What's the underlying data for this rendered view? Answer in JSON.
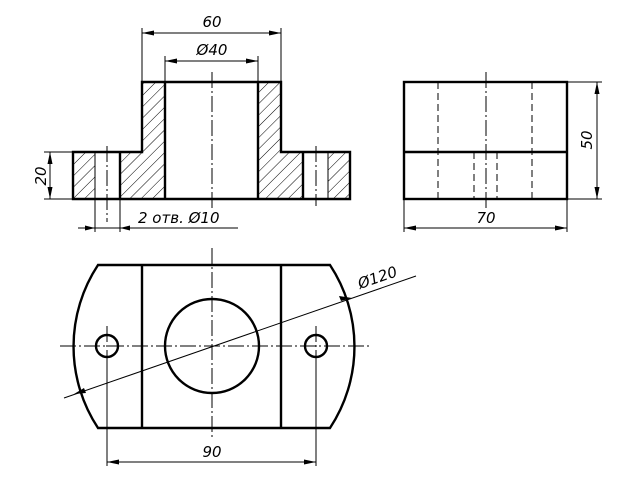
{
  "drawing": {
    "front_view": {
      "dim_width_outer": "60",
      "dim_bore": "Ø40",
      "dim_height_flange": "20",
      "note_holes": "2 отв. Ø10"
    },
    "side_view": {
      "dim_width": "70",
      "dim_height": "50"
    },
    "top_view": {
      "dim_length": "90",
      "dim_radius": "Ø120"
    }
  }
}
